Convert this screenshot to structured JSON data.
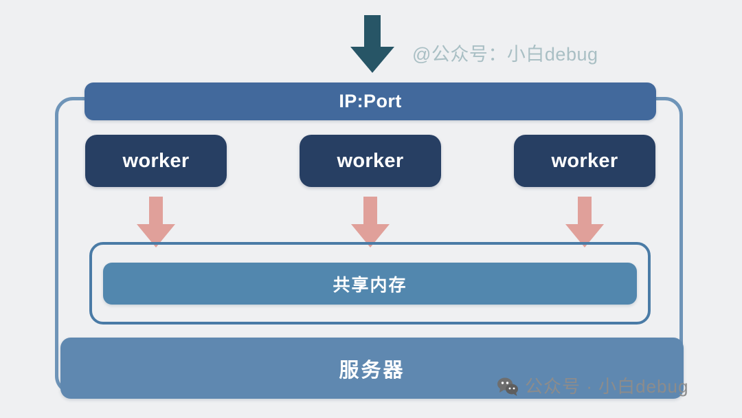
{
  "diagram": {
    "title": "nginx multi-worker shared memory architecture",
    "background_color": "#eff0f2",
    "entry_arrow": {
      "icon": "down-arrow-icon",
      "color": "#275566"
    },
    "ipport": {
      "label": "IP:Port",
      "color": "#42699c",
      "text_color": "#ffffff"
    },
    "workers": [
      {
        "label": "worker",
        "color": "#273f63"
      },
      {
        "label": "worker",
        "color": "#273f63"
      },
      {
        "label": "worker",
        "color": "#273f63"
      }
    ],
    "worker_arrows": [
      {
        "icon": "down-arrow-icon",
        "color": "#e0a09a"
      },
      {
        "icon": "down-arrow-icon",
        "color": "#e0a09a"
      },
      {
        "icon": "down-arrow-icon",
        "color": "#e0a09a"
      }
    ],
    "shared_memory": {
      "label": "共享内存",
      "color": "#5287ae",
      "frame_color": "#4a7ba6",
      "text_color": "#ffffff"
    },
    "server": {
      "label": "服务器",
      "color": "#5f88b0",
      "text_color": "#ffffff",
      "frame_color": "#6e94b8"
    }
  },
  "watermarks": {
    "top": {
      "text": "@公众号：小白debug",
      "color": "#a9bfc4"
    },
    "bottom": {
      "icon": "wechat-icon",
      "text": "公众号 · 小白debug",
      "color": "#8c8c8c"
    }
  }
}
